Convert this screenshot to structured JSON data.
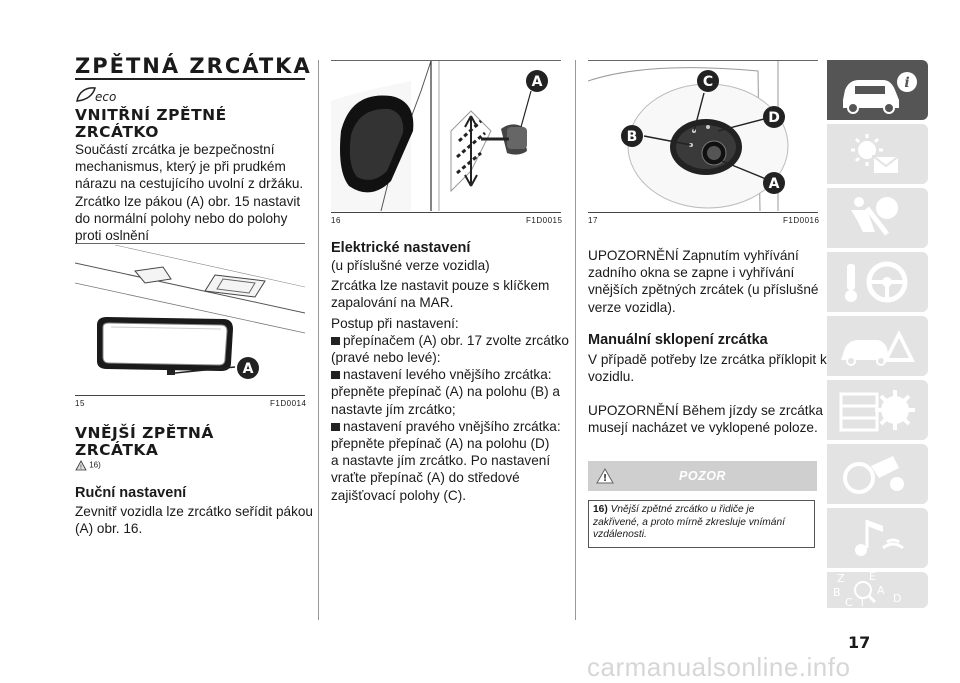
{
  "left": {
    "title": "ZPĚTNÁ ZRCÁTKA",
    "eco_badge": "eco",
    "inner_title": "VNITŘNÍ ZPĚTNÉ ZRCÁTKO",
    "inner_lines": [
      "Součástí zrcátka je bezpečnostní",
      "mechanismus, který je při prudkém",
      "nárazu na cestujícího uvolní z držáku.",
      "Zrcátko lze pákou (A) obr. 15 nastavit",
      "do normální polohy nebo do polohy",
      "proti oslnění"
    ],
    "fig15_num": "15",
    "fig15_code": "F1D0014",
    "fig15_label": "A",
    "outer_title": "VNĚJŠÍ ZPĚTNÁ ZRCÁTKA",
    "warning_ref": "16)",
    "manual_title": "Ruční nastavení",
    "manual_lines": [
      "Zevnitř vozidla lze zrcátko seřídit pákou",
      "(A) obr. 16."
    ]
  },
  "middle": {
    "fig16_num": "16",
    "fig16_code": "F1D0015",
    "fig16_label": "A",
    "electric_title": "Elektrické nastavení",
    "electric_lines": [
      "(u příslušné verze vozidla)",
      "Zrcátka lze nastavit pouze s klíčkem",
      "zapalování na MAR.",
      "Postup při nastavení:"
    ],
    "bullet1": [
      "přepínačem (A) obr. 17 zvolte zrcátko",
      "(pravé nebo levé):"
    ],
    "bullet2": [
      "nastavení levého vnějšího zrcátka:",
      "přepněte přepínač (A) na polohu (B) a",
      "nastavte jím zrcátko;"
    ],
    "bullet3": [
      "nastavení pravého vnějšího zrcátka:",
      "přepněte přepínač (A) na polohu (D)",
      "a nastavte jím zrcátko. Po nastavení",
      "vraťte přepínač (A) do středové",
      "zajišťovací polohy (C)."
    ]
  },
  "right": {
    "fig17_num": "17",
    "fig17_code": "F1D0016",
    "fig17_labels": [
      "A",
      "B",
      "C",
      "D"
    ],
    "note1_lines": [
      "UPOZORNĚNÍ Zapnutím vyhřívání",
      "zadního okna se zapne i vyhřívání",
      "vnějších zpětných zrcátek (u příslušné",
      "verze vozidla)."
    ],
    "fold_title": "Manuální sklopení zrcátka",
    "fold_lines": [
      "V případě potřeby lze zrcátka příklopit k",
      "vozidlu."
    ],
    "note2_lines": [
      "UPOZORNĚNÍ Během jízdy se zrcátka",
      "musejí nacházet ve vyklopené poloze."
    ],
    "pozor": "POZOR",
    "warn_num": "16)",
    "warn_lines": [
      "Vnější zpětné zrcátko u řidiče je",
      "zakřivené, a proto mírně zkresluje vnímání",
      "vzdálenosti."
    ]
  },
  "sidebar": {
    "tabs": [
      {
        "icon": "car-info-icon",
        "active": true
      },
      {
        "icon": "warning-lights-icon",
        "active": false
      },
      {
        "icon": "airbag-icon",
        "active": false
      },
      {
        "icon": "ignition-steering-icon",
        "active": false
      },
      {
        "icon": "breakdown-icon",
        "active": false
      },
      {
        "icon": "maintenance-icon",
        "active": false
      },
      {
        "icon": "technical-data-icon",
        "active": false
      },
      {
        "icon": "multimedia-icon",
        "active": false
      },
      {
        "icon": "index-icon",
        "active": false
      }
    ],
    "index_letters": [
      "Z",
      "E",
      "B",
      "A",
      "C",
      "T",
      "D"
    ],
    "active_color": "#555555",
    "inactive_color": "#e3e3e3"
  },
  "page_number": "17",
  "watermark": "carmanualsonline.info"
}
